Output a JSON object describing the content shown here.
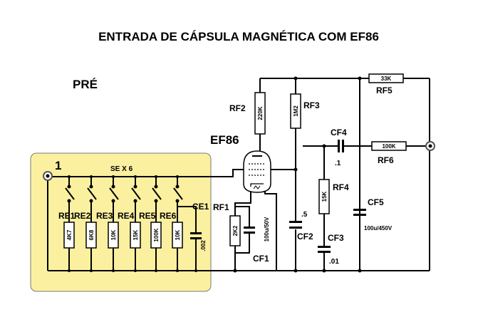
{
  "title": "ENTRADA DE CÁPSULA MAGNÉTICA COM EF86",
  "section_label": "PRÉ",
  "tube_label": "EF86",
  "input_terminal": "1",
  "switch_label": "SE X 6",
  "input_resistors": [
    {
      "name": "RE1",
      "value": "4K7"
    },
    {
      "name": "RE2",
      "value": "6K8"
    },
    {
      "name": "RE3",
      "value": "10K"
    },
    {
      "name": "RE4",
      "value": "15K"
    },
    {
      "name": "RE5",
      "value": "100K"
    },
    {
      "name": "RE6",
      "value": "10K"
    }
  ],
  "ce1": {
    "name": "CE1",
    "value": ".002"
  },
  "rf1": {
    "name": "RF1",
    "value": "2K2"
  },
  "cf1": {
    "name": "CF1",
    "value": "100u/50V"
  },
  "rf2": {
    "name": "RF2",
    "value": "220K"
  },
  "rf3": {
    "name": "RF3",
    "value": "1M2"
  },
  "cf2": {
    "name": "CF2",
    "value": ".5"
  },
  "cf4": {
    "name": "CF4",
    "value": ".1"
  },
  "rf4": {
    "name": "RF4",
    "value": "15K"
  },
  "cf3": {
    "name": "CF3",
    "value": ".01"
  },
  "rf5": {
    "name": "RF5",
    "value": "33K"
  },
  "rf6": {
    "name": "RF6",
    "value": "100K"
  },
  "cf5": {
    "name": "CF5",
    "value": "100u/450V"
  },
  "colors": {
    "input_panel": "#fbf0a0",
    "panel_border": "#7a7a7a",
    "wire": "#000000",
    "resistor_fill": "#ffffff"
  }
}
